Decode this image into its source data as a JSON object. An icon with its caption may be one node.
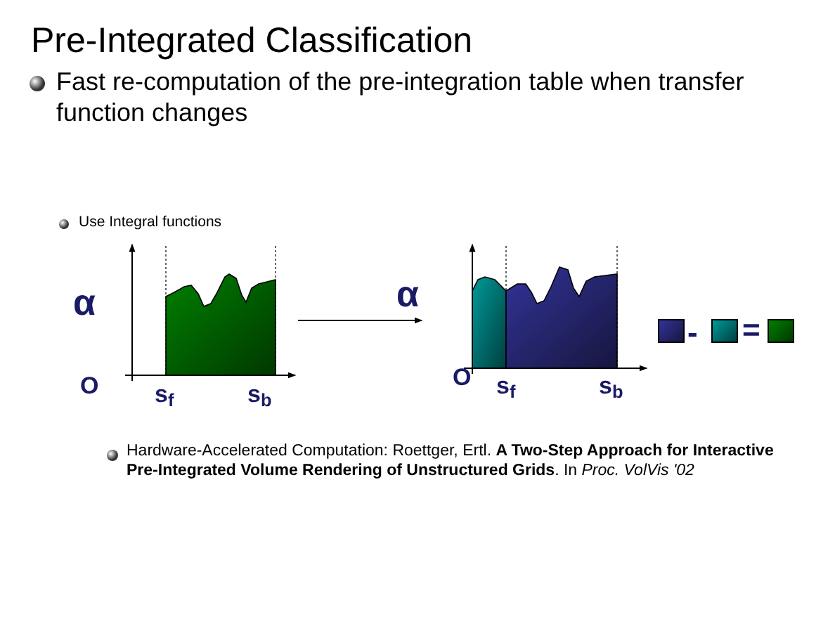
{
  "diagram": {
    "title": "Pre-Integrated Classification",
    "nodes": [
      {
        "text": [],
        "shape": "picture"
      },
      {
        "text": [],
        "shape": "picture"
      }
    ],
    "edges": [
      {
        "from": 0,
        "to": 1,
        "arrow": "to"
      }
    ],
    "labels": [
      "Fast re-computation of the pre-integration table when transfer function changes",
      "Use Integral functions",
      "α",
      "α",
      "-",
      "=",
      "O",
      "s$_{f}$",
      "s$_{b}$",
      "O",
      "s$_{f}$",
      "s$_{b}$",
      "Hardware-Accelerated Computation: Roettger, Ertl. **A Two-Step Approach for Interactive Pre-Integrated Volume Rendering of Unstructured Grids**. In *Proc. VolVis '02*"
    ]
  }
}
